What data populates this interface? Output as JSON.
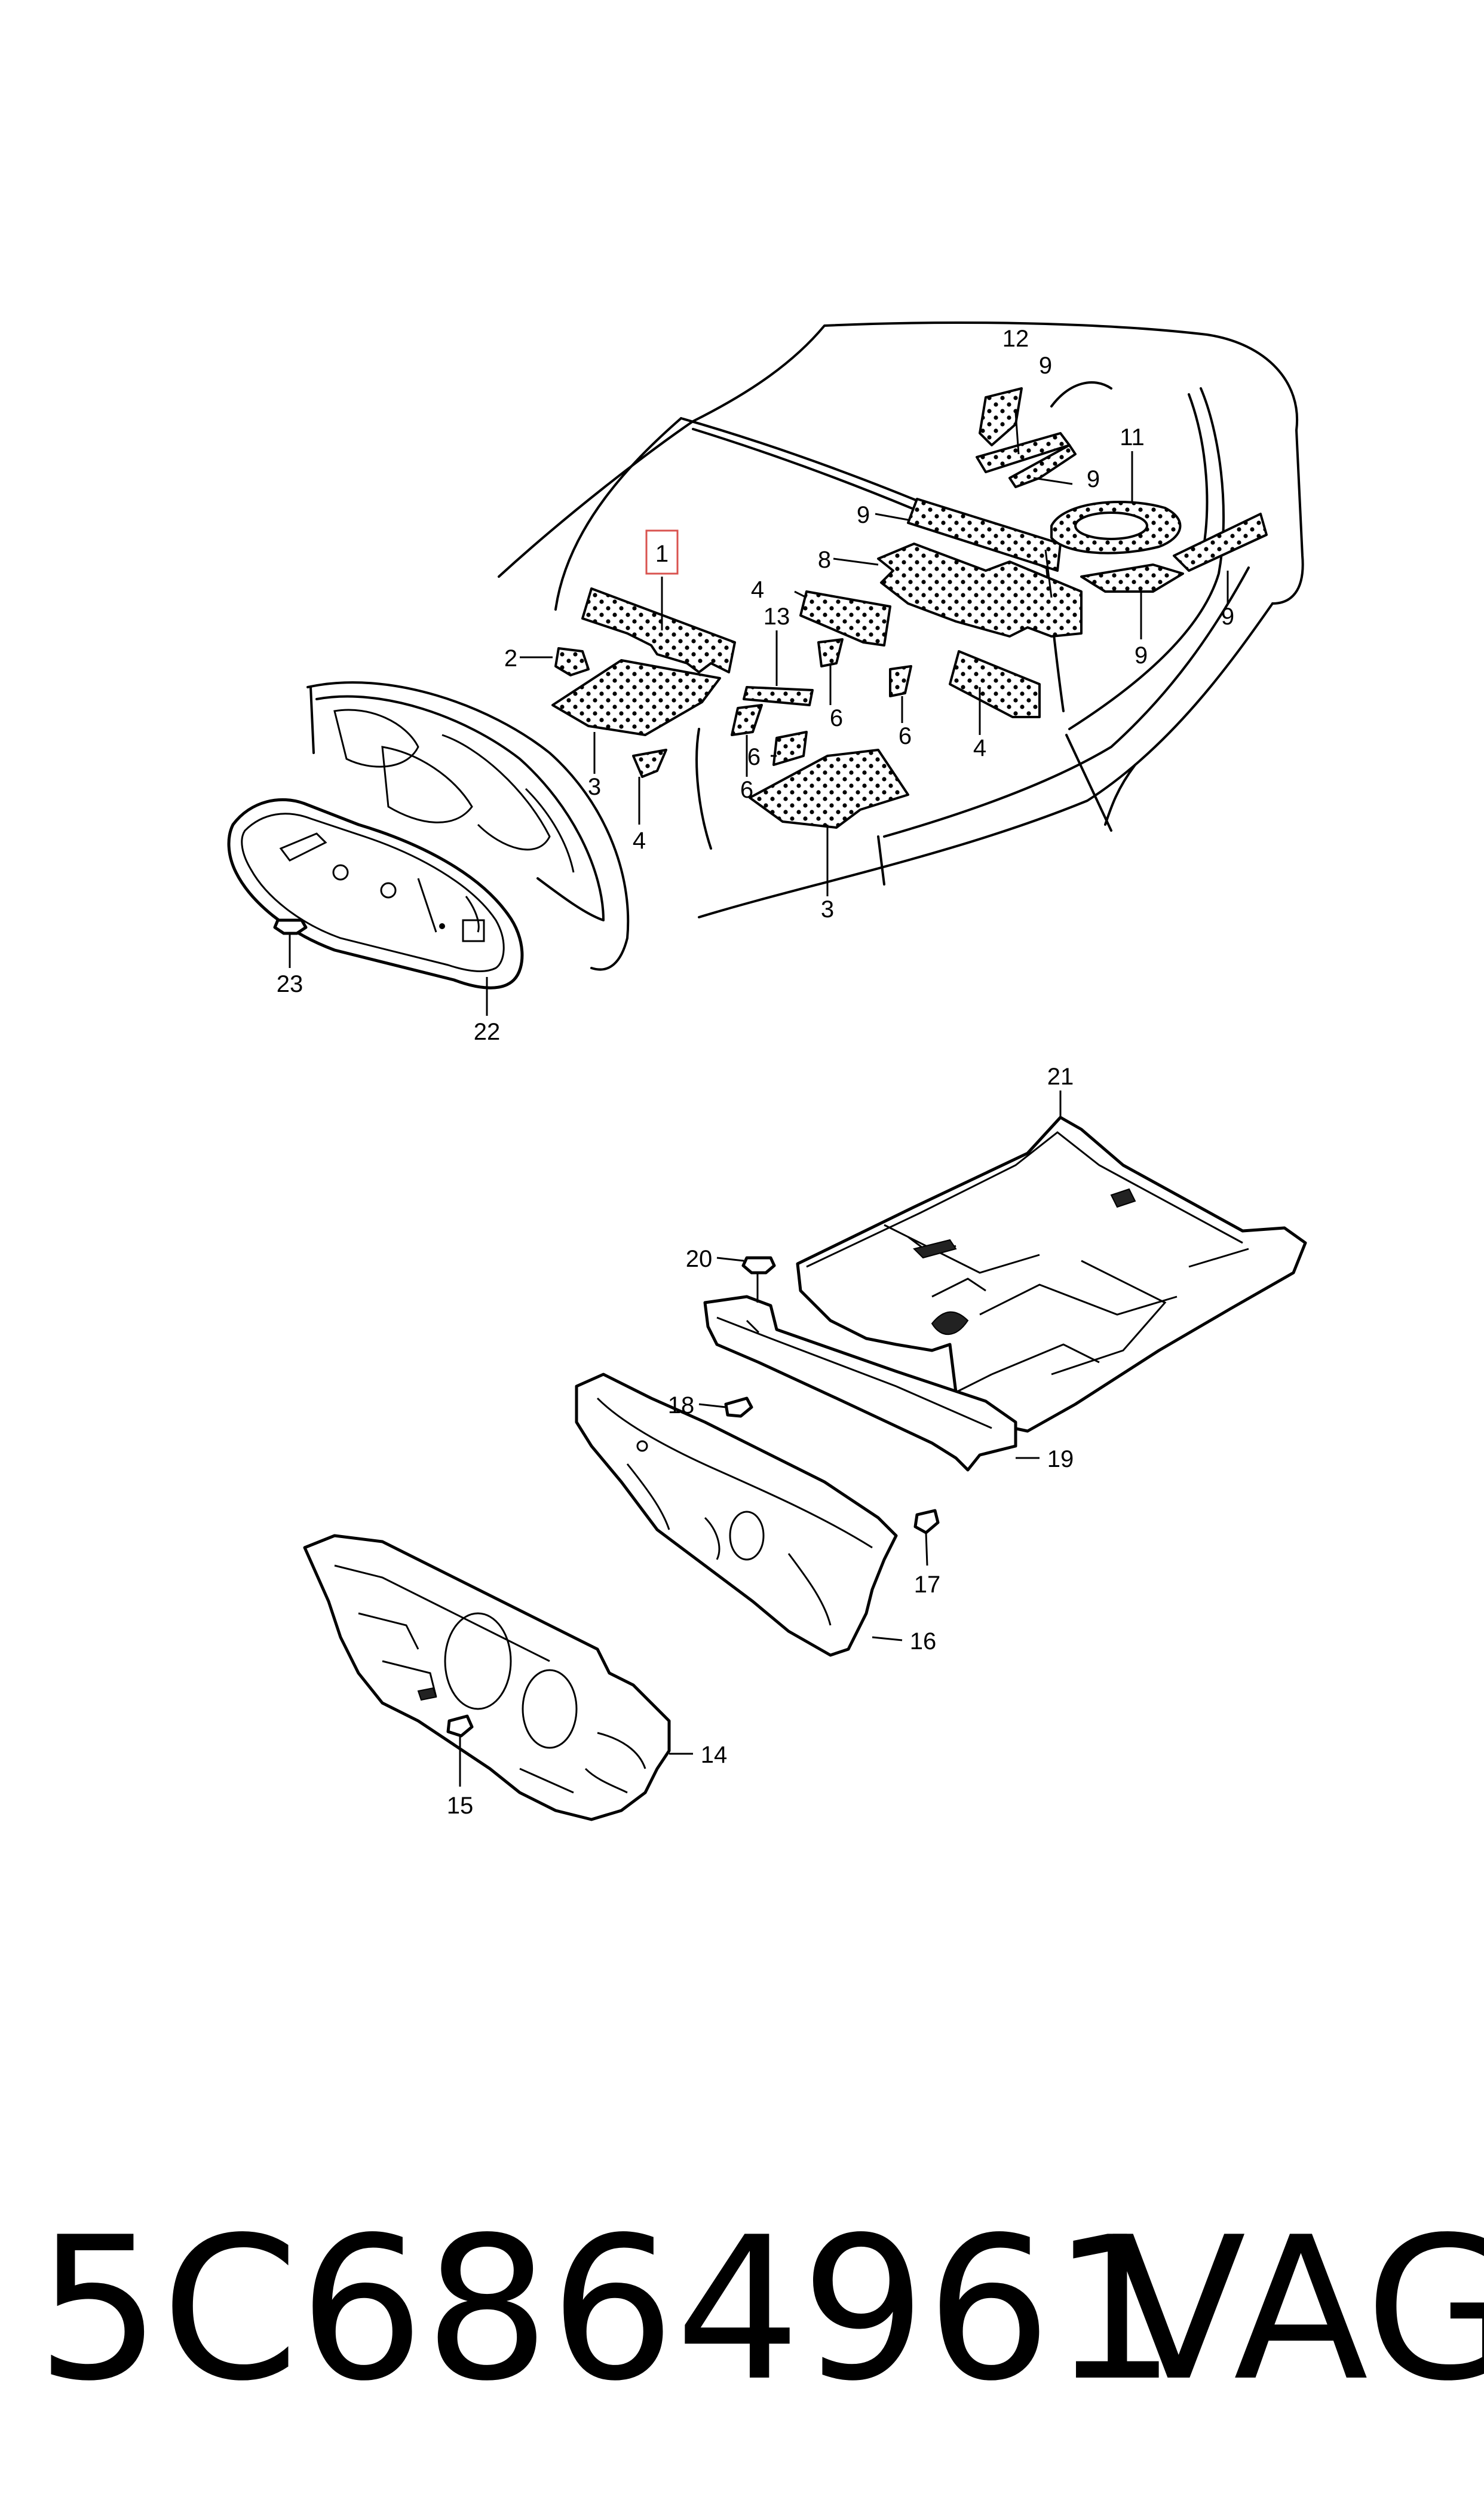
{
  "diagram": {
    "callouts": {
      "c1": "1",
      "c2": "2",
      "c3a": "3",
      "c3b": "3",
      "c4a": "4",
      "c4b": "4",
      "c4c": "4",
      "c6a": "6",
      "c6b": "6",
      "c6c": "6",
      "c6d": "6",
      "c8": "8",
      "c9a": "9",
      "c9b": "9",
      "c9c": "9",
      "c9d": "9",
      "c9e": "9",
      "c11": "11",
      "c12": "12",
      "c13": "13",
      "c14": "14",
      "c15": "15",
      "c16": "16",
      "c17": "17",
      "c18": "18",
      "c19": "19",
      "c20": "20",
      "c21": "21",
      "c22": "22",
      "c23": "23"
    },
    "highlighted_callout": "1",
    "highlight_color": "#d9534f"
  },
  "footer": {
    "part_number": "5C6864961",
    "brand": "VAG"
  }
}
